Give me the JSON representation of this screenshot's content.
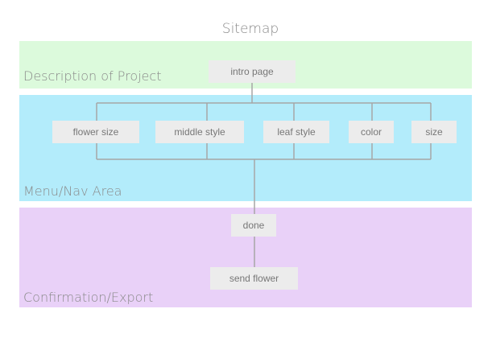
{
  "diagram": {
    "title": "Sitemap",
    "bands": [
      {
        "label": "Description of Project",
        "color": "#dcfadc"
      },
      {
        "label": "Menu/Nav Area",
        "color": "#b3ecfb"
      },
      {
        "label": "Confirmation/Export",
        "color": "#e9d1f8"
      }
    ],
    "nodes": {
      "intro": "intro page",
      "flower_size": "flower size",
      "middle_style": "middle style",
      "leaf_style": "leaf style",
      "color": "color",
      "size": "size",
      "done": "done",
      "send_flower": "send flower"
    },
    "edges": [
      [
        "intro",
        "flower_size"
      ],
      [
        "intro",
        "middle_style"
      ],
      [
        "intro",
        "leaf_style"
      ],
      [
        "intro",
        "color"
      ],
      [
        "intro",
        "size"
      ],
      [
        "flower_size",
        "done"
      ],
      [
        "middle_style",
        "done"
      ],
      [
        "leaf_style",
        "done"
      ],
      [
        "color",
        "done"
      ],
      [
        "size",
        "done"
      ],
      [
        "done",
        "send_flower"
      ]
    ],
    "connector_color": "#a6a6a6",
    "node_color": "#ececec"
  }
}
